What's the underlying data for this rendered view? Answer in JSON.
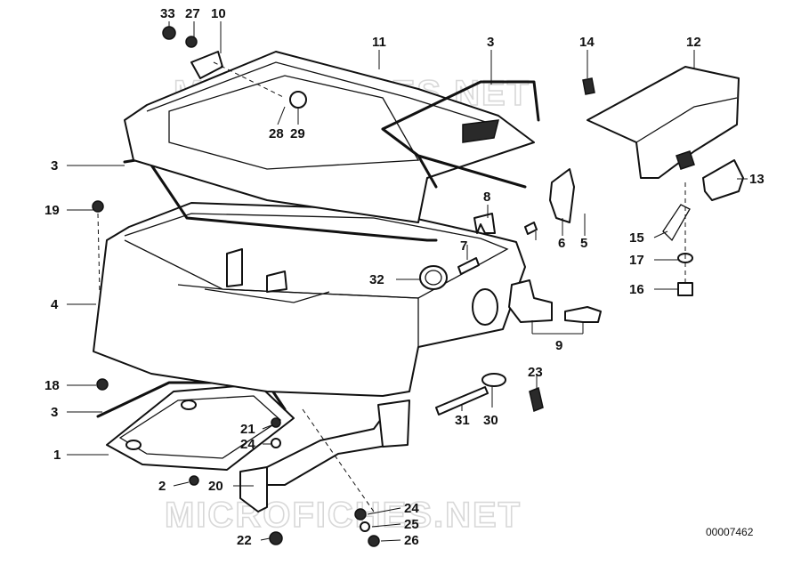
{
  "watermark": "MICROFICHES.NET",
  "catalog_number": "00007462",
  "callouts": [
    "33",
    "27",
    "10",
    "11",
    "3",
    "14",
    "12",
    "28",
    "29",
    "13",
    "3",
    "8",
    "19",
    "7",
    "6",
    "5",
    "15",
    "17",
    "4",
    "32",
    "16",
    "9",
    "18",
    "23",
    "3",
    "31",
    "30",
    "21",
    "24",
    "1",
    "2",
    "20",
    "24",
    "25",
    "22",
    "26"
  ]
}
